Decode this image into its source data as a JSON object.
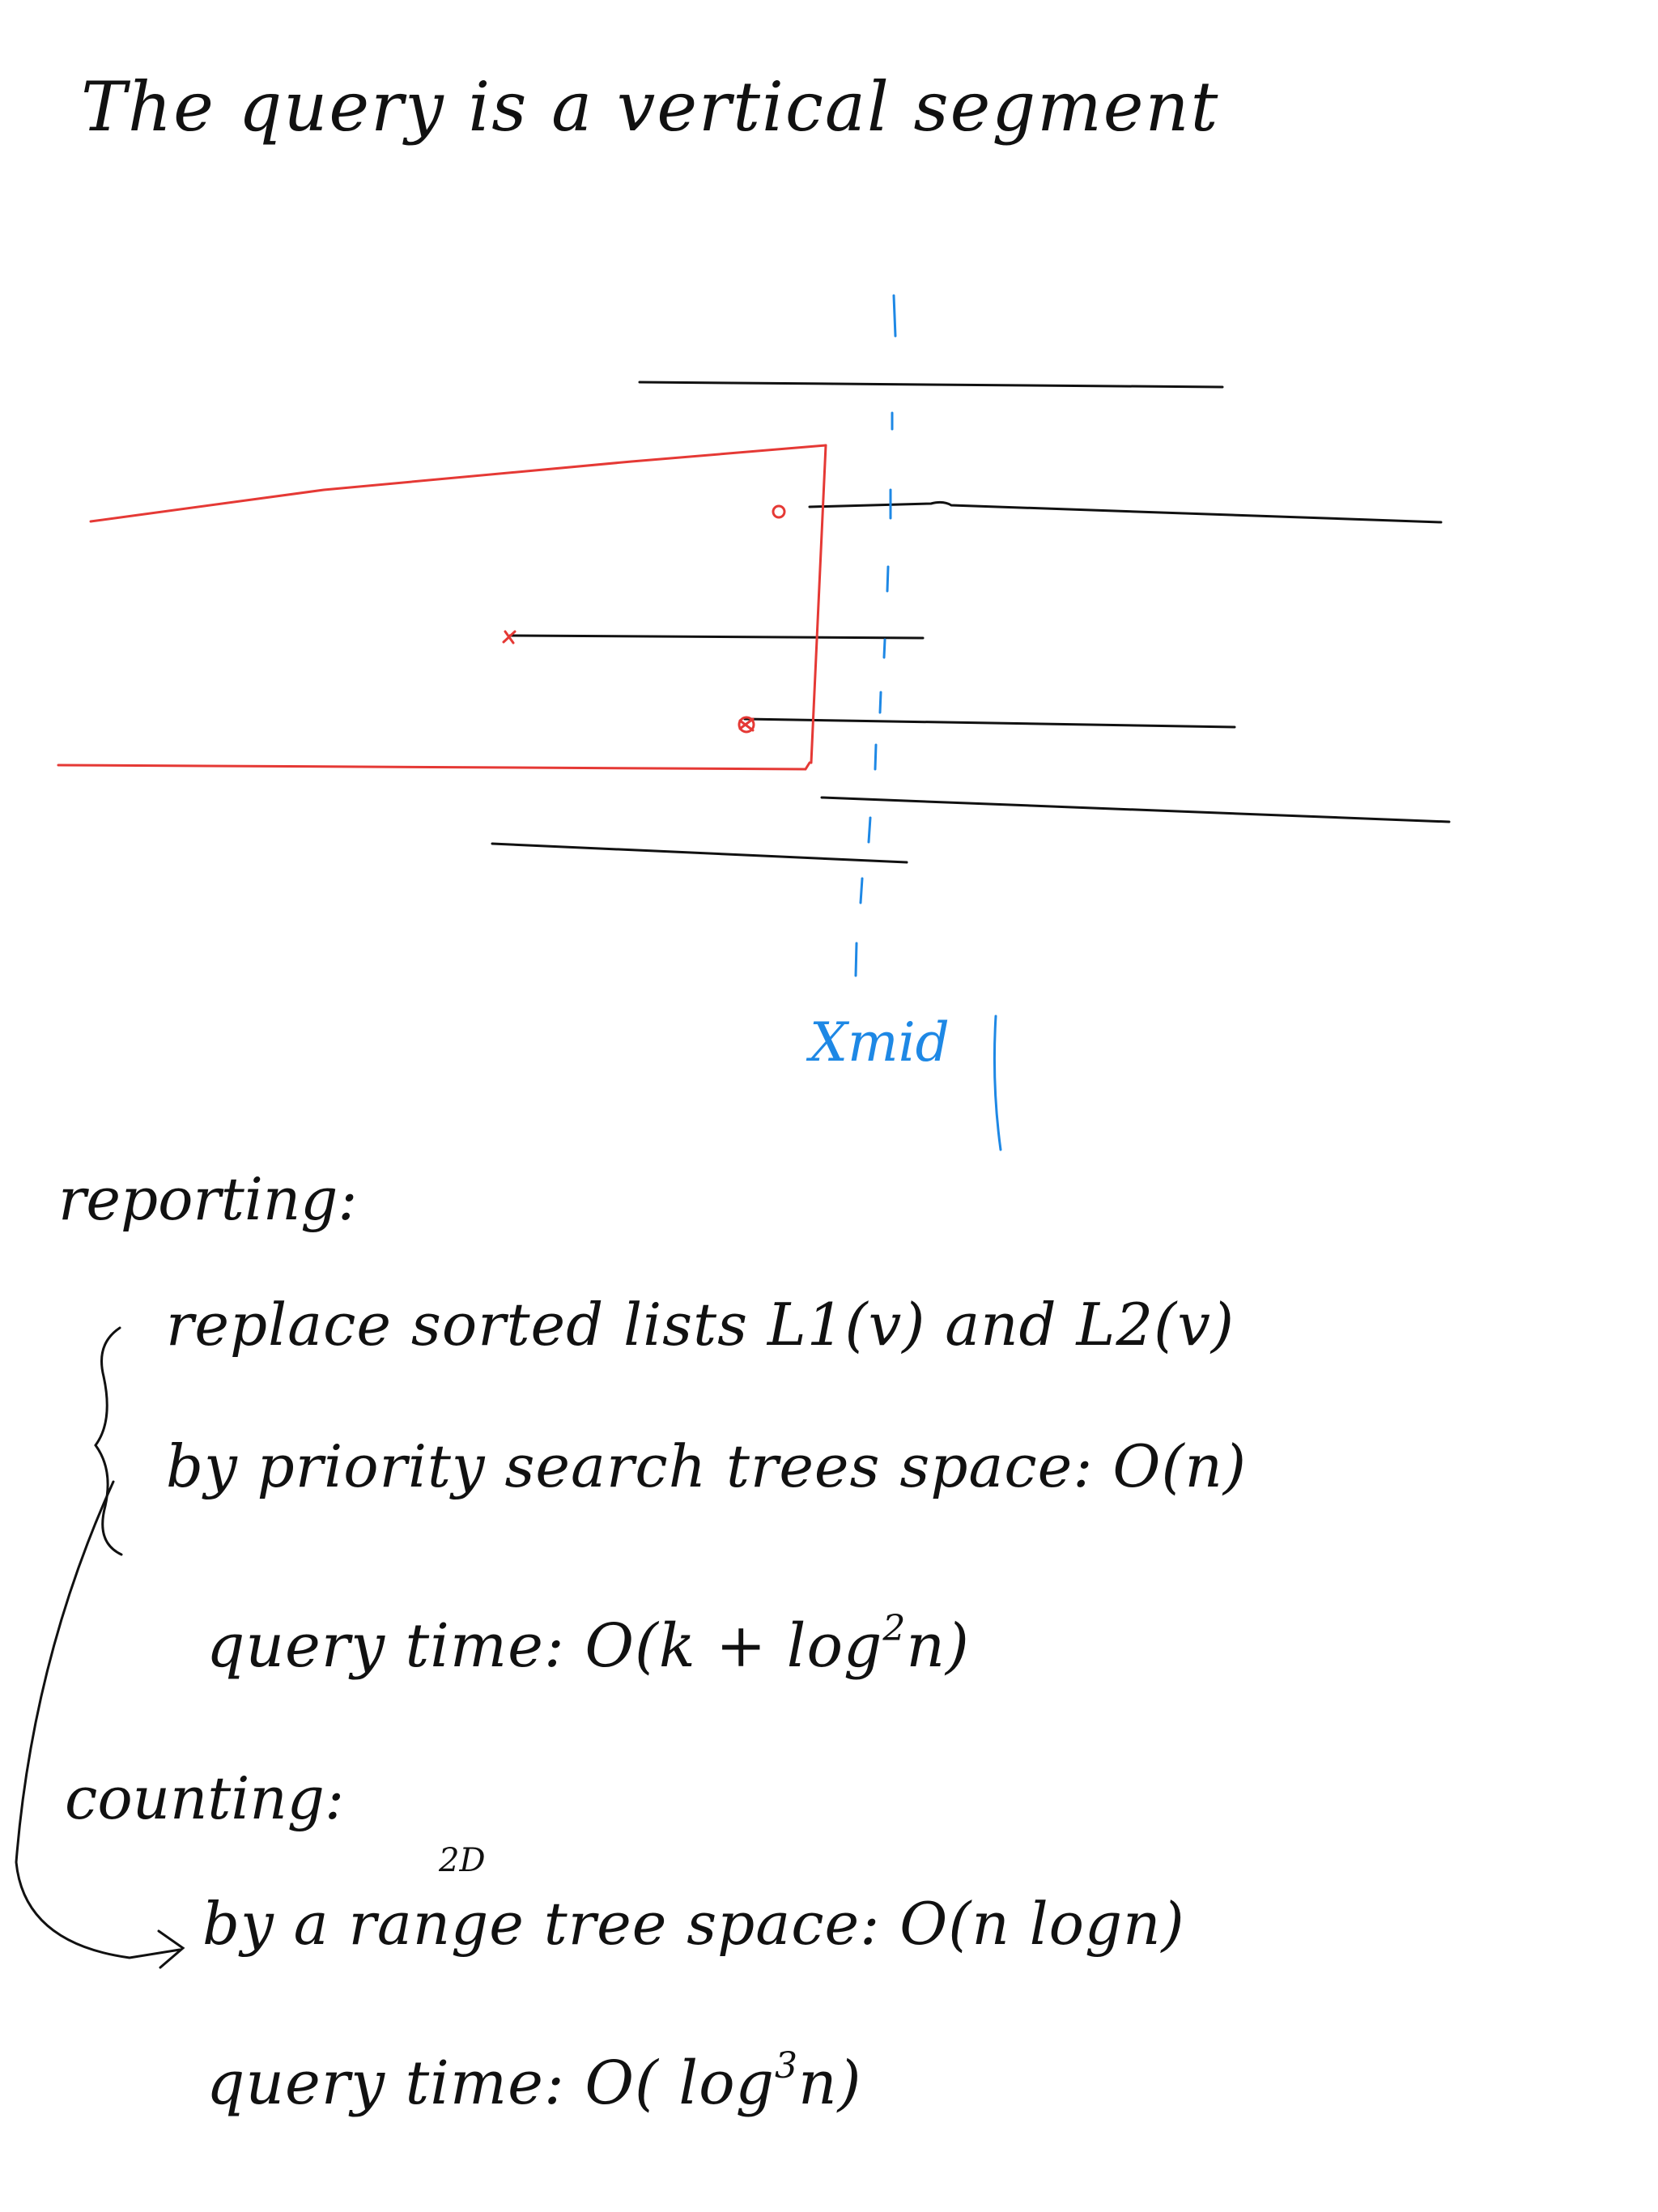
{
  "title": "The query is a vertical segment",
  "diagram": {
    "xmid_label": "Xmid",
    "colors": {
      "ink": "#111111",
      "red": "#e53935",
      "blue": "#1e88e5"
    }
  },
  "reporting": {
    "heading": "reporting:",
    "line1": "replace sorted lists L1(v) and L2(v)",
    "line2": "by priority search trees   space: O(n)",
    "query_prefix": "query time:  O(k + log",
    "query_exp": "2",
    "query_suffix": "n)"
  },
  "counting": {
    "heading": "counting:",
    "annotation_2d": "2D",
    "line1": "by a range tree   space: O(n logn)",
    "query_prefix": "query time:  O( log",
    "query_exp": "3",
    "query_suffix": "n)"
  }
}
